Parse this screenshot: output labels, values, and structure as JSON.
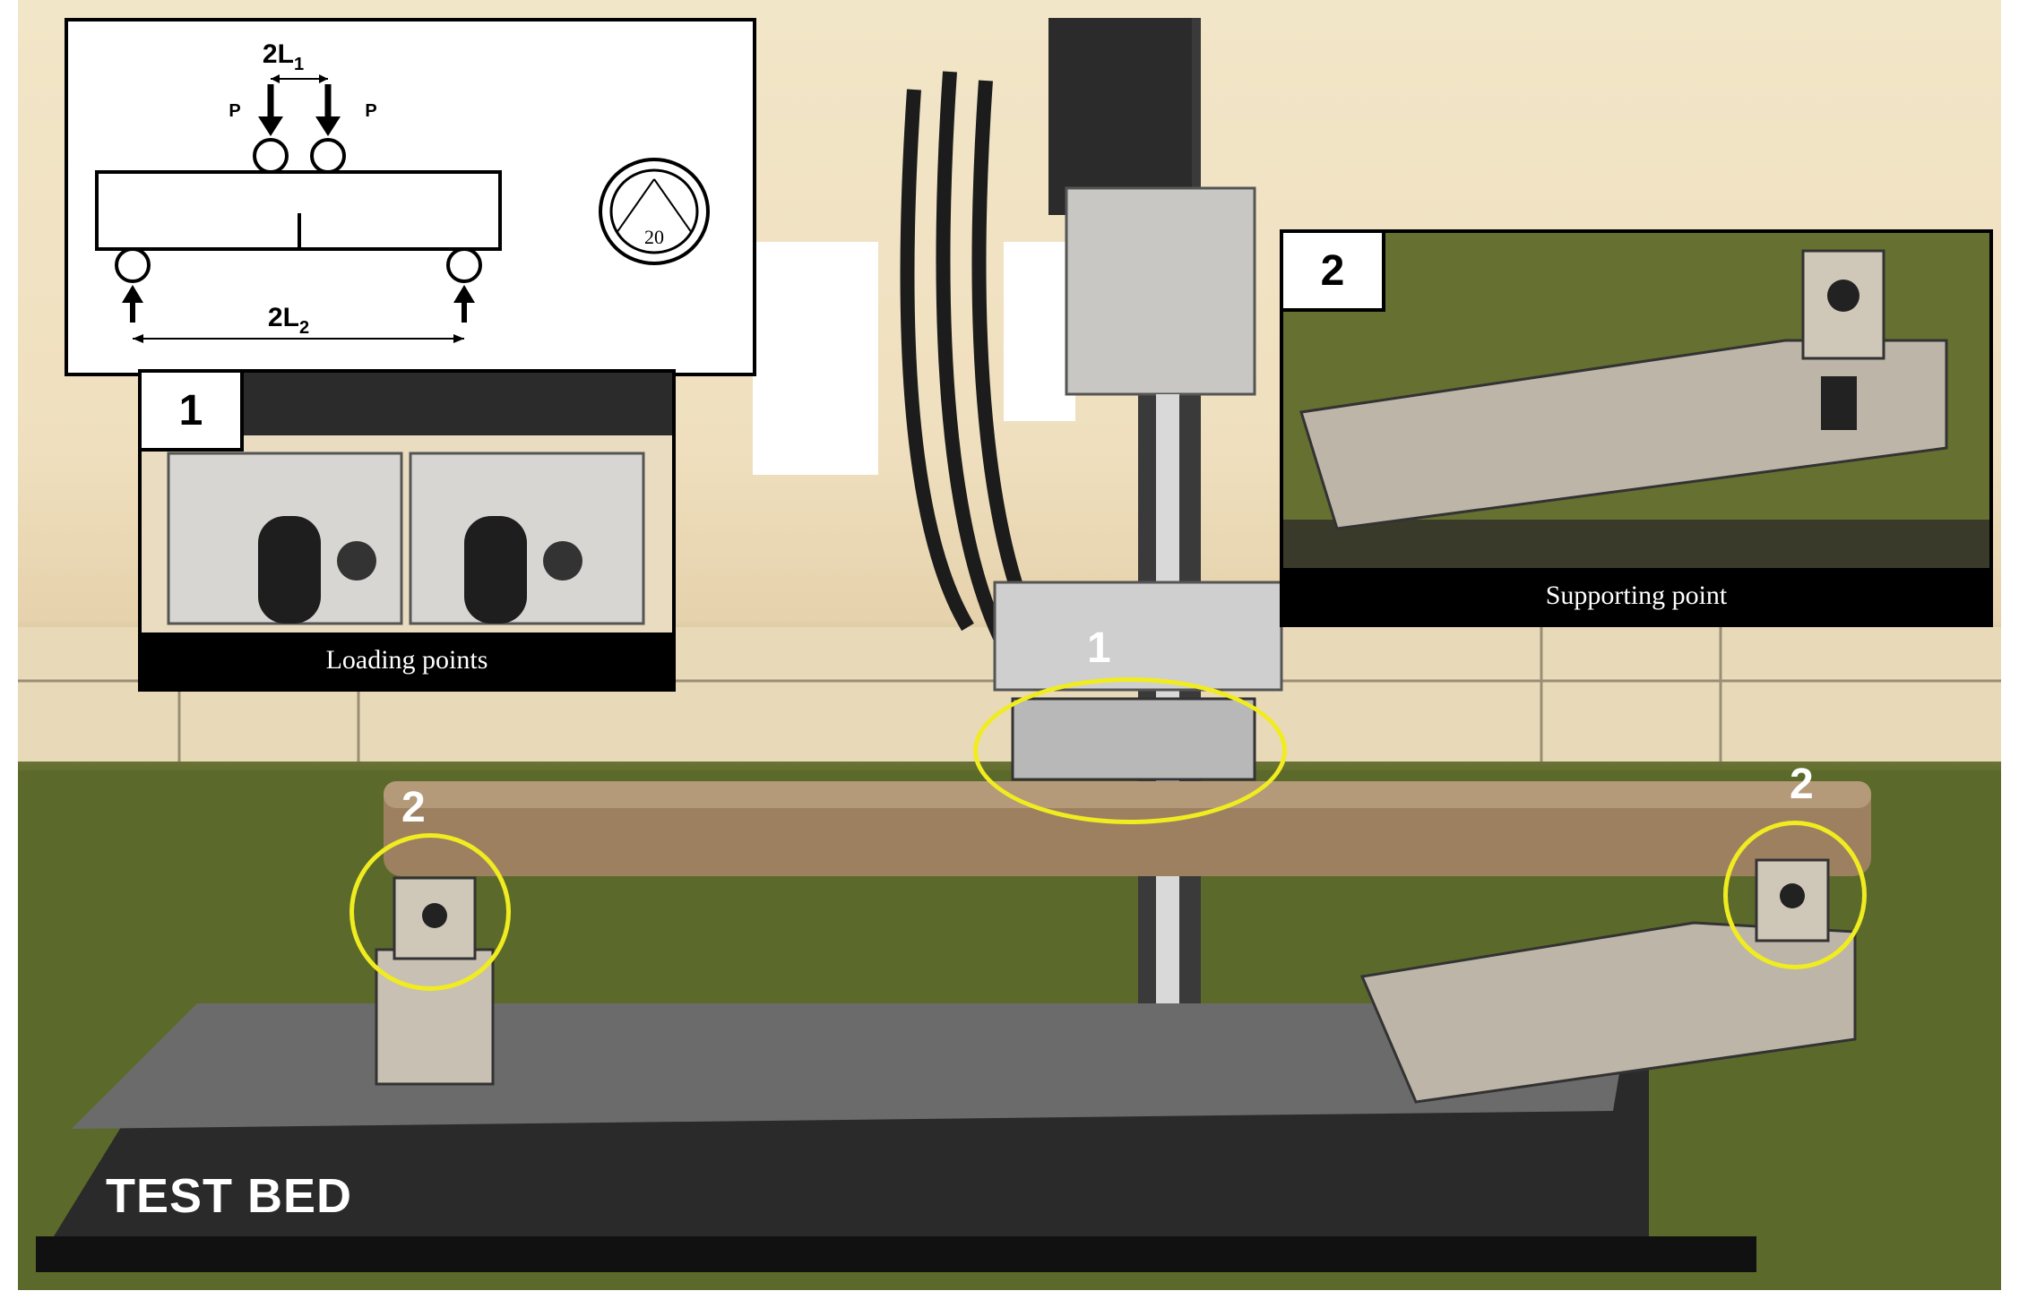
{
  "schematic": {
    "span_inner_label": "2L",
    "span_inner_sub": "1",
    "span_outer_label": "2L",
    "span_outer_sub": "2",
    "load_left": "P",
    "load_right": "P",
    "angle_label": "20"
  },
  "inset_loading": {
    "tag": "1",
    "caption": "Loading points"
  },
  "inset_supporting": {
    "tag": "2",
    "caption": "Supporting point"
  },
  "markers": {
    "loading": "1",
    "support_left": "2",
    "support_right": "2"
  },
  "test_bed_label": "TEST BED",
  "colors": {
    "marker_ring": "#f0ec20",
    "floor": "#5f6b2b",
    "wall": "#f2e6c8",
    "caption_bg": "#000000"
  }
}
